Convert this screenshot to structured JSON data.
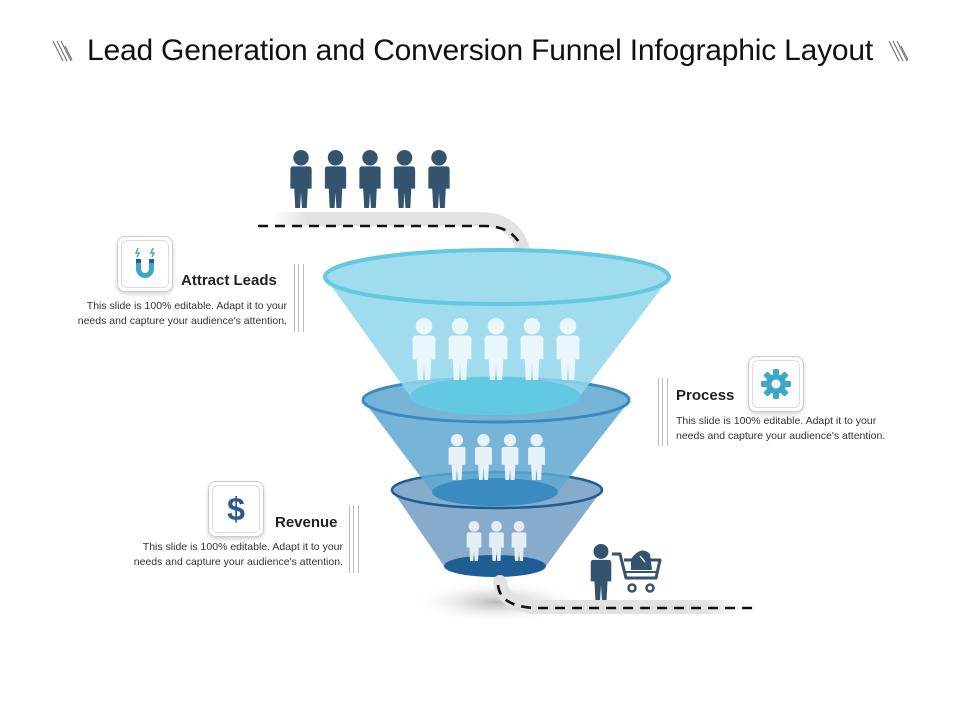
{
  "title": "Lead Generation and Conversion Funnel Infographic Layout",
  "stages": {
    "attract": {
      "label": "Attract Leads",
      "desc_line1": "This slide is 100% editable. Adapt it to your",
      "desc_line2": "needs and capture your audience's attention.",
      "icon": "magnet-icon"
    },
    "process": {
      "label": "Process",
      "desc_line1": "This slide is 100% editable. Adapt it to your",
      "desc_line2": "needs and capture your audience's attention.",
      "icon": "gear-icon"
    },
    "revenue": {
      "label": "Revenue",
      "desc_line1": "This slide is 100% editable. Adapt it to your",
      "desc_line2": "needs and capture your audience's attention.",
      "icon": "dollar-icon"
    }
  },
  "colors": {
    "person_dark": "#33536e",
    "tier1_fill": "#8fd6ea",
    "tier1_rim": "#63c8e2",
    "tier2_fill": "#5ea8d1",
    "tier2_rim": "#3a8cc0",
    "tier3_fill": "#7aa3c5",
    "tier3_rim": "#1f5e95",
    "icon_accent": "#3da6c8",
    "icon_dark": "#2a5b8a"
  },
  "people": {
    "top_count": 5,
    "tier1_count": 5,
    "tier2_count": 4,
    "tier3_count": 3
  }
}
